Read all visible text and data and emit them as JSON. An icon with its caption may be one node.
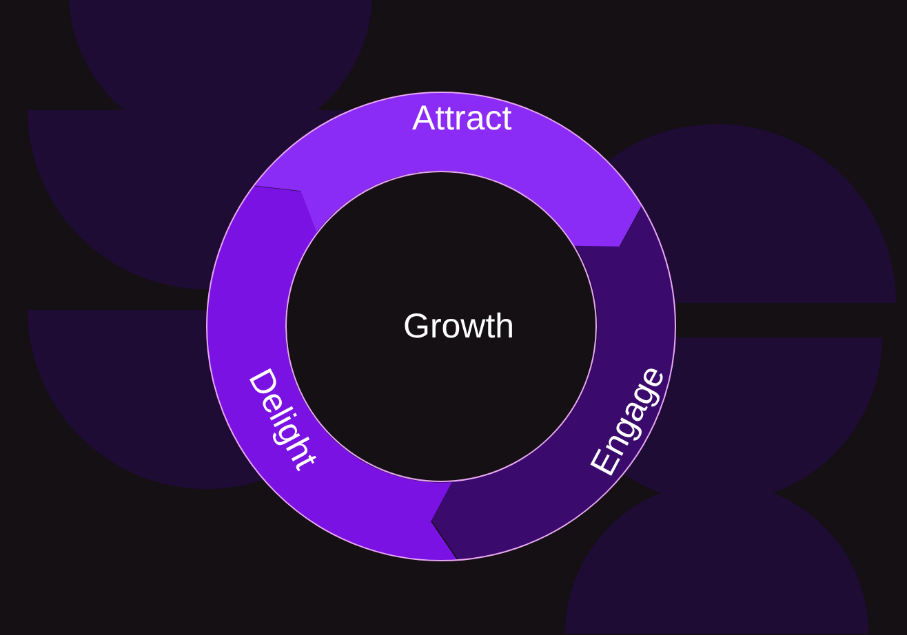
{
  "diagram": {
    "nodes": [
      {
        "text": [
          "Attract"
        ]
      },
      {
        "text": [
          "Engage"
        ]
      },
      {
        "text": [
          "Delight"
        ]
      },
      {
        "text": [
          "Growth"
        ]
      }
    ]
  }
}
